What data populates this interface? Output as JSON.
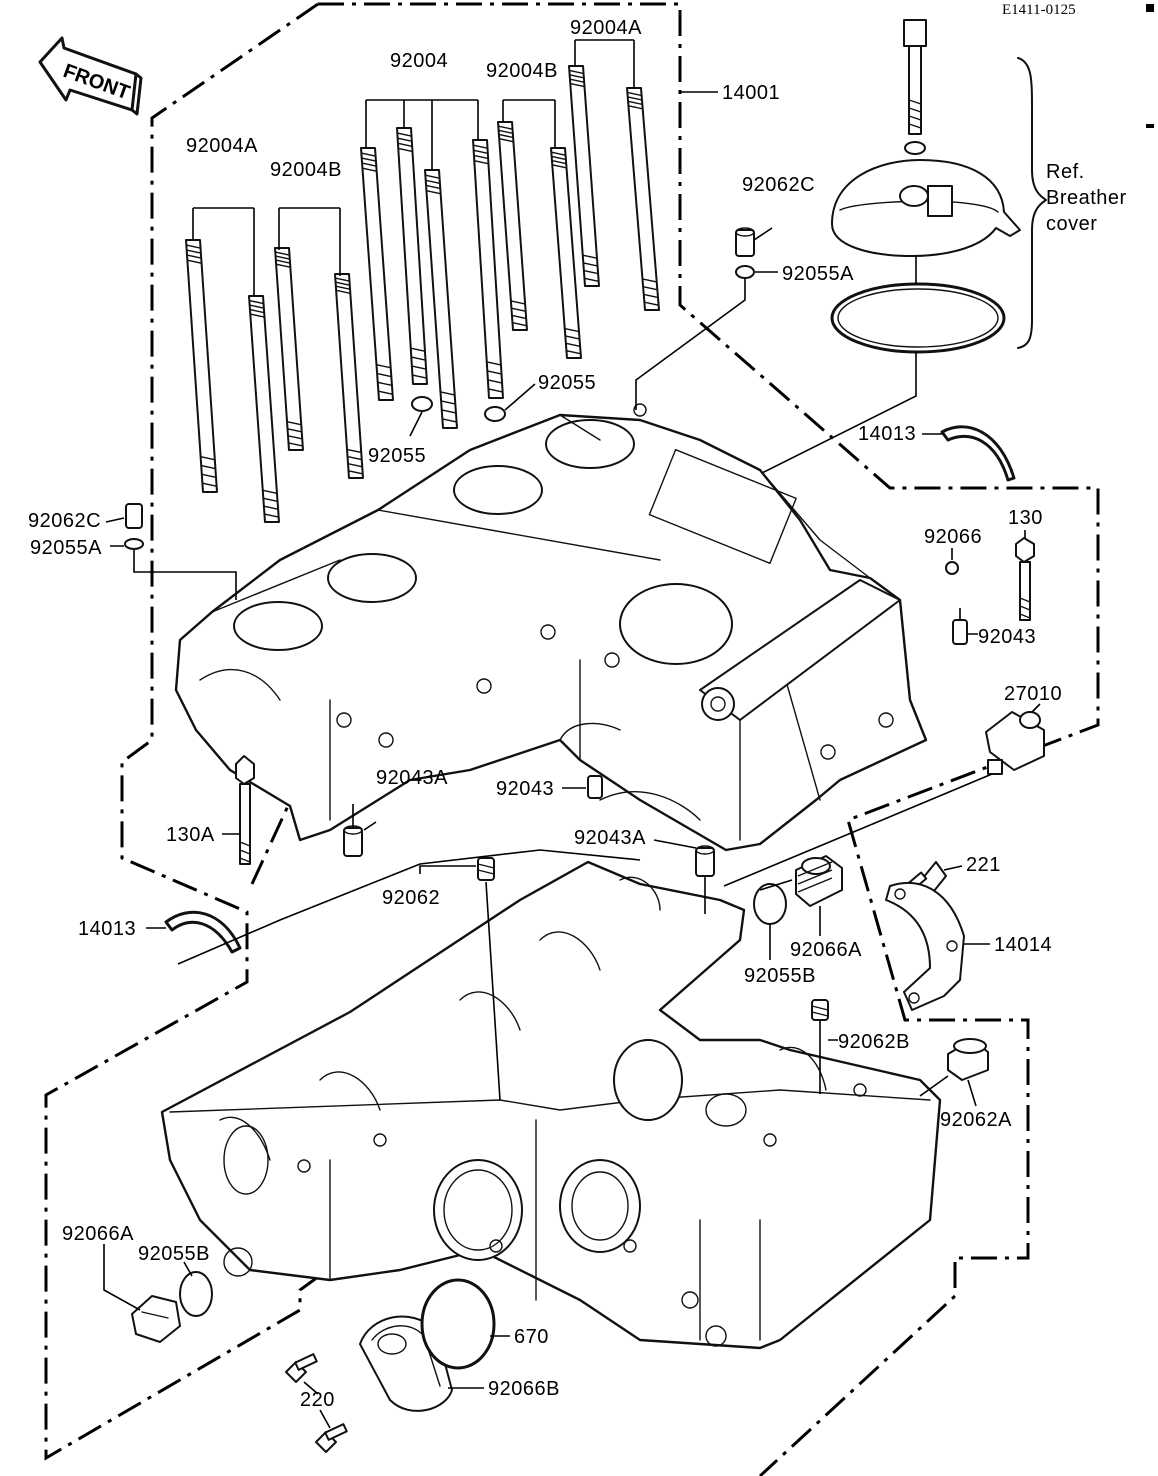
{
  "drawing_code": "E1411-0125",
  "front_label": "FRONT",
  "ref_note": [
    "Ref.",
    "Breather",
    "cover"
  ],
  "labels": {
    "p92004": "92004",
    "p92004A_top": "92004A",
    "p92004B_top": "92004B",
    "p14001": "14001",
    "p92004A_left": "92004A",
    "p92004B_left": "92004B",
    "p92062C_top": "92062C",
    "p92055A_top": "92055A",
    "p92055_right": "92055",
    "p92055_left": "92055",
    "p14013_top": "14013",
    "p92062C_left": "92062C",
    "p92055A_left": "92055A",
    "p92066": "92066",
    "p130": "130",
    "p92043_right": "92043",
    "p27010": "27010",
    "p92043_mid": "92043",
    "p92043A_left": "92043A",
    "p130A": "130A",
    "p92043A_mid": "92043A",
    "p92062": "92062",
    "p221": "221",
    "p14013_left": "14013",
    "p92066A_right": "92066A",
    "p14014": "14014",
    "p92055B_right": "92055B",
    "p92062B": "92062B",
    "p92062A": "92062A",
    "p92066A_left": "92066A",
    "p92055B_left": "92055B",
    "p670": "670",
    "p92066B": "92066B",
    "p220": "220"
  }
}
